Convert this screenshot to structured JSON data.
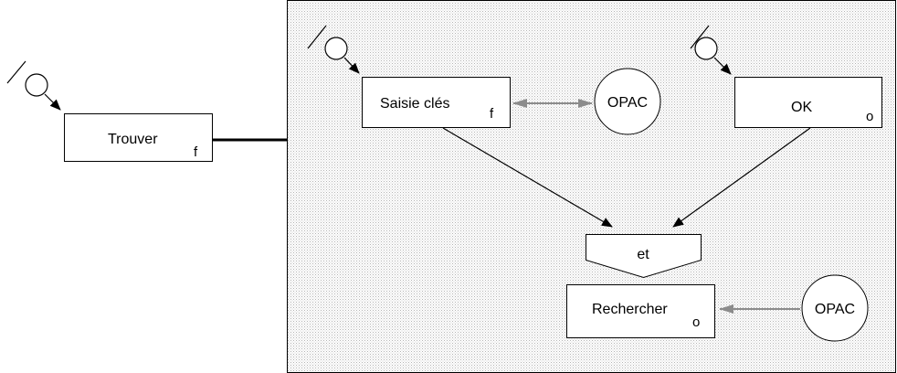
{
  "colors": {
    "stroke": "#000000",
    "panel_dots": "#b4b4b4",
    "box_fill": "#ffffff",
    "gray_link": "#8c8c8c"
  },
  "nodes": {
    "trouver": {
      "label": "Trouver",
      "suffix": "f"
    },
    "saisie": {
      "label": "Saisie clés",
      "suffix": "f"
    },
    "ok": {
      "label": "OK",
      "suffix": "o"
    },
    "et": {
      "label": "et"
    },
    "rechercher": {
      "label": "Rechercher",
      "suffix": "o"
    }
  },
  "resources": {
    "opac_top": {
      "label": "OPAC"
    },
    "opac_bottom": {
      "label": "OPAC"
    }
  },
  "icons": [
    "user-actor-icon",
    "user-actor-icon",
    "user-actor-icon"
  ]
}
